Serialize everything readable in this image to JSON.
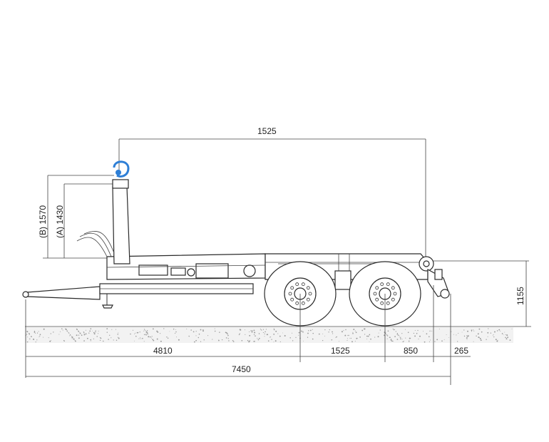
{
  "dimensions": {
    "top_span": "1525",
    "height_b": "(B) 1570",
    "height_a": "(A) 1430",
    "frame_height": "1155",
    "front_to_axle": "4810",
    "axle_spacing": "1525",
    "rear_axle_to_end": "850",
    "rear_overhang": "265",
    "overall_length": "7450"
  },
  "colors": {
    "hook": "#2f7fd6",
    "line": "#333333",
    "ground": "#9a9a9a"
  },
  "icons": {
    "hook": "hook-icon"
  }
}
